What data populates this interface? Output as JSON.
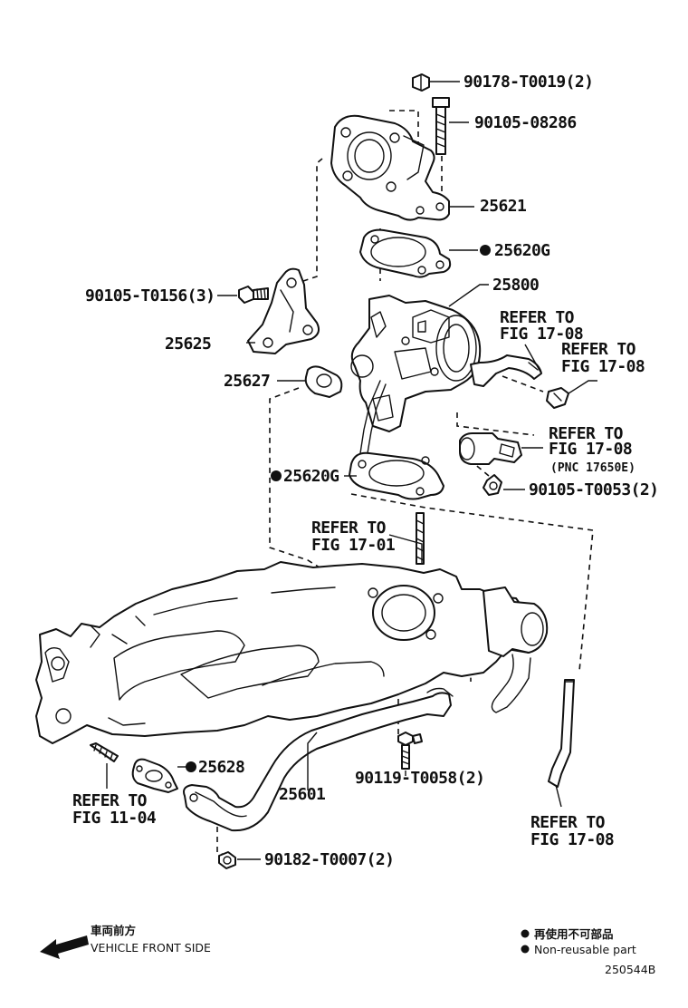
{
  "labels": {
    "p90178": "90178-T0019(2)",
    "p90105_08286": "90105-08286",
    "p25621": "25621",
    "p25620g_top": "25620G",
    "p25800": "25800",
    "p90105_t0156": "90105-T0156(3)",
    "p25625": "25625",
    "p25627": "25627",
    "p25620g_mid": "25620G",
    "p90105_t0053": "90105-T0053(2)",
    "p25628": "25628",
    "p25601": "25601",
    "p90119": "90119-T0058(2)",
    "p90182": "90182-T0007(2)"
  },
  "refs": {
    "r1_line1": "REFER TO",
    "r1_line2": "FIG 17-08",
    "r2_line1": "REFER TO",
    "r2_line2": "FIG 17-08",
    "r3_line1": "REFER TO",
    "r3_line2": "FIG 17-08",
    "r3_line3": "(PNC 17650E)",
    "r4_line1": "REFER TO",
    "r4_line2": "FIG 17-01",
    "r5_line1": "REFER TO",
    "r5_line2": "FIG 11-04",
    "r6_line1": "REFER TO",
    "r6_line2": "FIG 17-08"
  },
  "legend": {
    "front_jp": "車両前方",
    "front_en": "VEHICLE FRONT SIDE",
    "nonreuse_jp": "再使用不可部品",
    "nonreuse_en": "Non-reusable part",
    "figure_code": "250544B"
  }
}
